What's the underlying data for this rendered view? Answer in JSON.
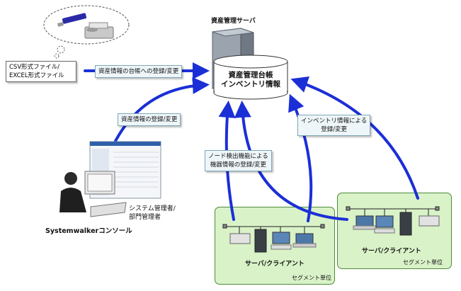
{
  "server": {
    "title": "資産管理サーバ",
    "db_line1": "資産管理台帳",
    "db_line2": "インベントリ情報"
  },
  "files": {
    "line1": "CSV形式ファイル/",
    "line2": "EXCEL形式ファイル"
  },
  "arrows": {
    "ledger": "資産情報の台帳への登録/変更",
    "asset": "資産情報の登録/変更",
    "node_line1": "ノード検出機能による",
    "node_line2": "機器情報の登録/変更",
    "inv_line1": "インベントリ情報による",
    "inv_line2": "登録/変更"
  },
  "console": {
    "admin_line1": "システム管理者/",
    "admin_line2": "部門管理者",
    "name": "Systemwalkerコンソール"
  },
  "segments": [
    {
      "title": "サーバ/クライアント",
      "unit": "セグメント単位"
    },
    {
      "title": "サーバ/クライアント",
      "unit": "セグメント単位"
    }
  ]
}
